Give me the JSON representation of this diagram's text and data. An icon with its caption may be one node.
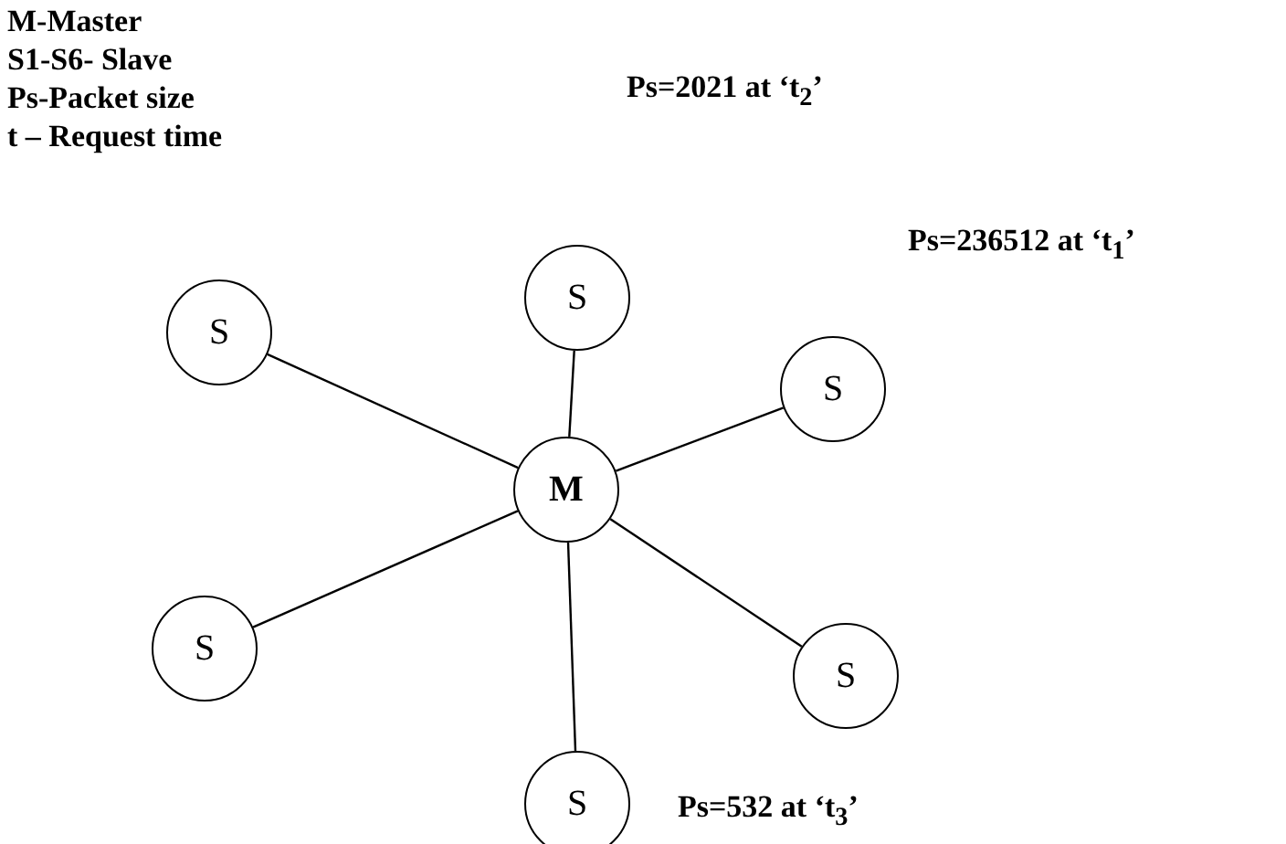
{
  "diagram": {
    "nodes": [
      {
        "text": [
          "S"
        ]
      },
      {
        "text": [
          "S"
        ]
      },
      {
        "text": [
          "S"
        ],
        "beside": [
          "Ps=236512 at ‘t$_{1}$’"
        ]
      },
      {
        "text": [
          "M"
        ]
      },
      {
        "text": [
          "S"
        ]
      },
      {
        "text": [
          "S"
        ]
      },
      {
        "text": [
          "S"
        ],
        "beside": [
          "Ps=532 at ‘t$_{3}$’"
        ]
      }
    ],
    "edges": [
      {
        "from": 3,
        "to": 0,
        "arrow": "none"
      },
      {
        "from": 3,
        "to": 1,
        "arrow": "none"
      },
      {
        "from": 3,
        "to": 2,
        "arrow": "none"
      },
      {
        "from": 3,
        "to": 4,
        "arrow": "none"
      },
      {
        "from": 3,
        "to": 5,
        "arrow": "none"
      },
      {
        "from": 3,
        "to": 6,
        "arrow": "none"
      }
    ],
    "labels": [
      "M-Master",
      "S1-S6- Slave",
      "Ps-Packet size",
      "t – Request time",
      "Ps=2021 at ‘t$_{2}$’"
    ]
  }
}
